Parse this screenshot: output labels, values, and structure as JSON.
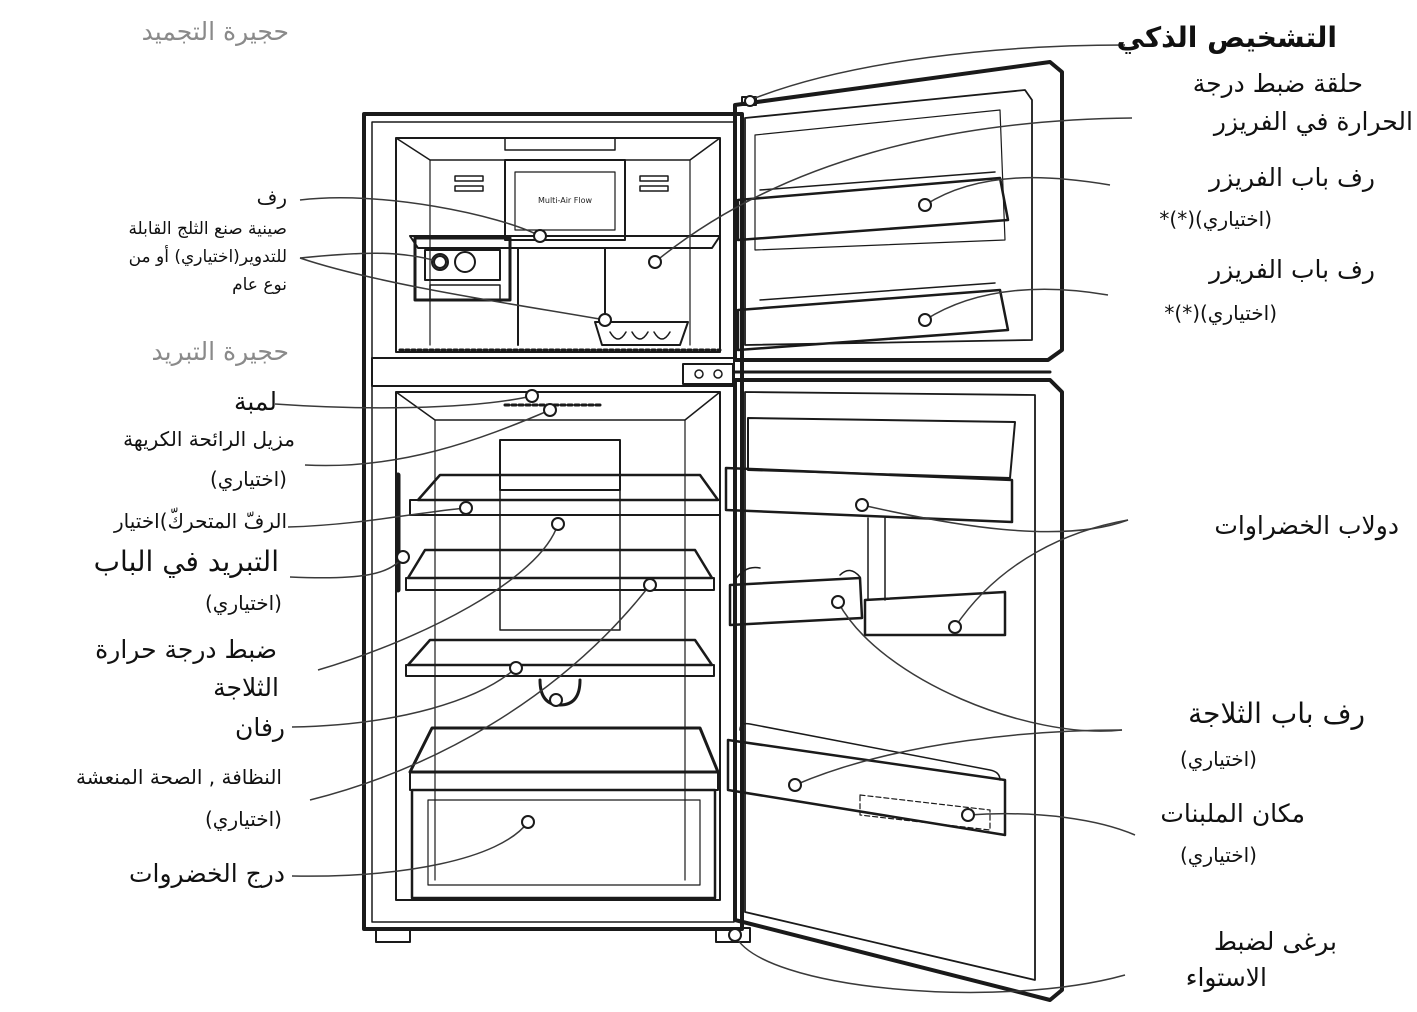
{
  "sections": {
    "freezer": "حجيرة التجميد",
    "fridge": "حجيرة التبريد"
  },
  "left_labels": {
    "shelf_small": "رف",
    "ice_tray_1": "صينية صنع الثلج القابلة",
    "ice_tray_2": "للتدوير(اختياري) أو من",
    "ice_tray_3": "نوع عام",
    "lamp": "لمبة",
    "deodorizer_1": "مزيل الرائحة الكريهة",
    "deodorizer_2": "(اختياري)",
    "moving_shelf": "الرفّ المتحركّ)اختيار",
    "door_cooling_1": "التبريد في الباب",
    "door_cooling_2": "(اختياري)",
    "fridge_temp_1": "ضبط درجة  حرارة",
    "fridge_temp_2": "الثلاجة",
    "shelves": "رفان",
    "fresh_1": "النظافة , الصحة المنعشة",
    "fresh_2": "(اختياري)",
    "veg_drawer": "درج الخضروات"
  },
  "right_labels": {
    "smart_diagnosis": "التشخيص الذكي",
    "freezer_temp_1": "حلقة ضبط درجة",
    "freezer_temp_2": "الحرارة في الفريزر",
    "freezer_door_shelf_a_1": "رف باب الفريزر",
    "freezer_door_shelf_a_2": "(اختياري)(*)*",
    "freezer_door_shelf_b_1": "رف باب الفريزر",
    "freezer_door_shelf_b_2": "(اختياري)(*)*",
    "vegetable_bin": "دولاب الخضراوات",
    "fridge_door_shelf_1": "رف باب الثلاجة",
    "fridge_door_shelf_2": "(اختياري)",
    "dairy_1": "مكان الملبنات",
    "dairy_2": "(اختياري)",
    "leveling_1": "برغى لضبط",
    "leveling_2": "الاستواء"
  },
  "panel_text": "Multi-Air Flow"
}
